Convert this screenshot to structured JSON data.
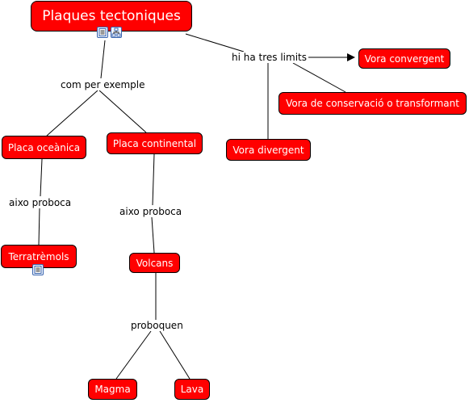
{
  "colors": {
    "node_fill": "#ff0000",
    "node_border": "#000000",
    "node_text": "#ffffff",
    "line": "#000000",
    "background": "#ffffff",
    "icon_accent": "#3a66b0"
  },
  "nodes": {
    "root": "Plaques tectoniques",
    "vora_convergent": "Vora convergent",
    "vora_conservacio": "Vora de conservació o transformant",
    "vora_divergent": "Vora divergent",
    "placa_oceanica": "Placa oceànica",
    "placa_continental": "Placa continental",
    "terratremols": "Terratrèmols",
    "volcans": "Volcans",
    "magma": "Magma",
    "lava": "Lava"
  },
  "links": {
    "hi_ha_tres_limits": "hi ha tres limits",
    "com_per_exemple": "com per exemple",
    "aixo_proboca_1": "aixo proboca",
    "aixo_proboca_2": "aixo proboca",
    "proboquen": "proboquen"
  },
  "icons": {
    "root": [
      "text-document-icon",
      "concept-map-icon"
    ],
    "terratremols": [
      "text-document-icon"
    ]
  }
}
